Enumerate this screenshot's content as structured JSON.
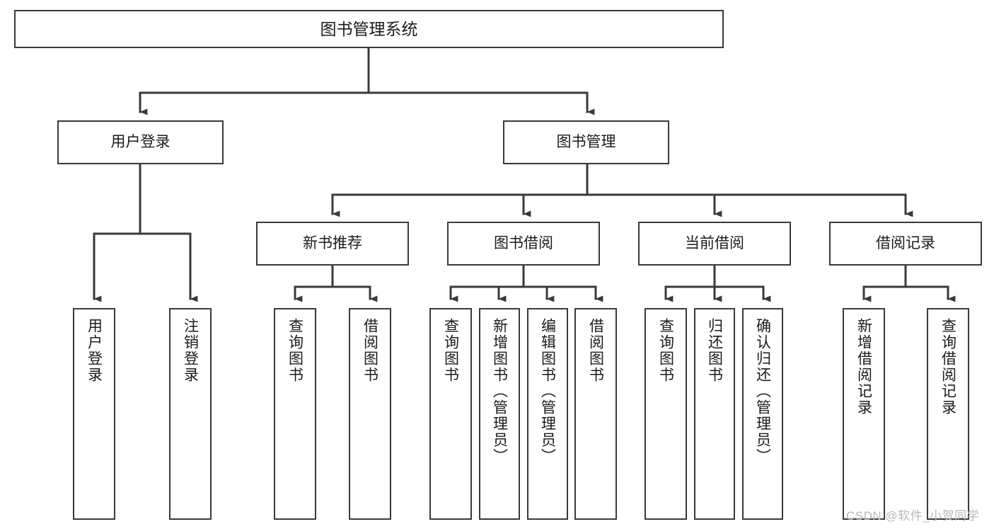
{
  "diagram": {
    "title": "图书管理系统",
    "type": "tree-hierarchy-chart",
    "root": {
      "label": "图书管理系统"
    },
    "level2": [
      {
        "label": "用户登录"
      },
      {
        "label": "图书管理"
      }
    ],
    "level3": [
      {
        "label": "新书推荐"
      },
      {
        "label": "图书借阅"
      },
      {
        "label": "当前借阅"
      },
      {
        "label": "借阅记录"
      }
    ],
    "leaves": {
      "user_login": [
        {
          "label": "用户登录"
        },
        {
          "label": "注销登录"
        }
      ],
      "new_book": [
        {
          "label": "查询图书"
        },
        {
          "label": "借阅图书"
        }
      ],
      "book_borrow": [
        {
          "label": "查询图书"
        },
        {
          "label": "新增图书（管理员）"
        },
        {
          "label": "编辑图书（管理员）"
        },
        {
          "label": "借阅图书"
        }
      ],
      "current_borrow": [
        {
          "label": "查询图书"
        },
        {
          "label": "归还图书"
        },
        {
          "label": "确认归还（管理员）"
        }
      ],
      "borrow_record": [
        {
          "label": "新增借阅记录"
        },
        {
          "label": "查询借阅记录"
        }
      ]
    }
  },
  "watermark": {
    "text": "CSDN @软件_小贺同学"
  },
  "colors": {
    "box_border": "#3a3a3a",
    "connector": "#3a3a3a",
    "background": "#ffffff",
    "text": "#1b1b1b",
    "watermark": "#b9b9b9"
  }
}
